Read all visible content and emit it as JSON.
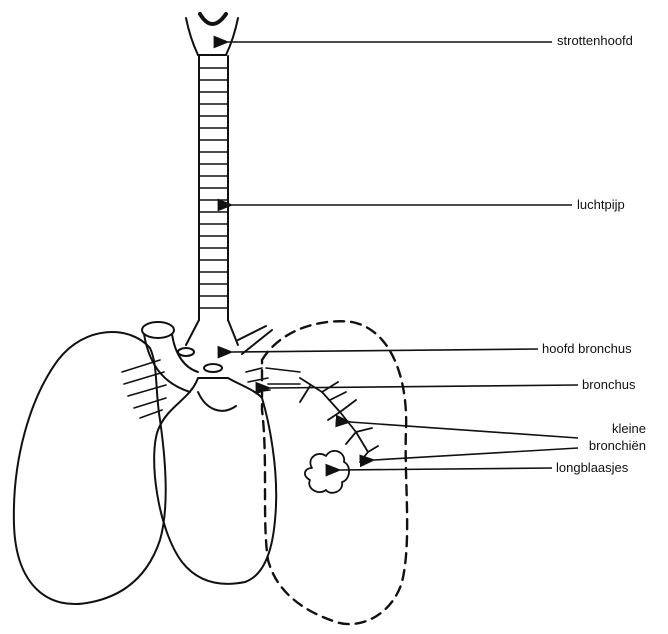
{
  "labels": {
    "larynx": "strottenhoofd",
    "trachea": "luchtpijp",
    "main_bronchus": "hoofd bronchus",
    "bronchus": "bronchus",
    "bronchioles_line1": "kleine",
    "bronchioles_line2": "bronchiën",
    "alveoli": "longblaasjes"
  },
  "colors": {
    "line": "#111111",
    "background": "#ffffff"
  }
}
